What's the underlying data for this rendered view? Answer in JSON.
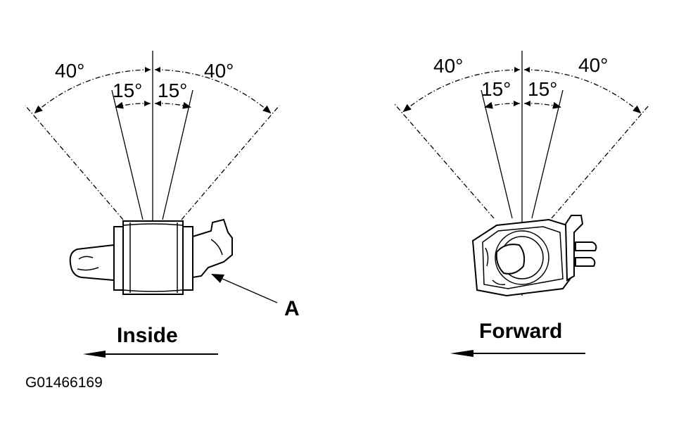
{
  "left_view": {
    "outer_angle_left": "40°",
    "outer_angle_right": "40°",
    "inner_angle_left": "15°",
    "inner_angle_right": "15°",
    "direction_label": "Inside",
    "callout_label": "A"
  },
  "right_view": {
    "outer_angle_left": "40°",
    "outer_angle_right": "40°",
    "inner_angle_left": "15°",
    "inner_angle_right": "15°",
    "direction_label": "Forward"
  },
  "figure_id": "G01466169"
}
